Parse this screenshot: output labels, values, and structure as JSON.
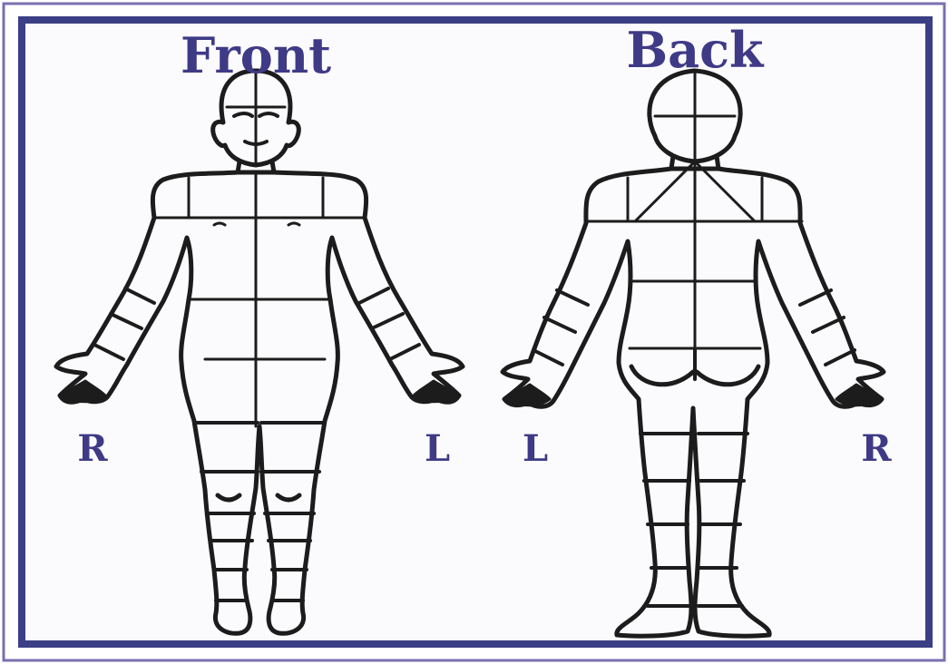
{
  "figure": {
    "views": [
      {
        "id": "front",
        "title": "Front",
        "left_side": "R",
        "right_side": "L"
      },
      {
        "id": "back",
        "title": "Back",
        "left_side": "L",
        "right_side": "R"
      }
    ]
  },
  "colors": {
    "frame_border": "#3b3f86",
    "outer_frame": "#7a6fb0",
    "label_text": "#3f3a86",
    "outline": "#1c1c1c",
    "background": "#fbfbfd"
  }
}
